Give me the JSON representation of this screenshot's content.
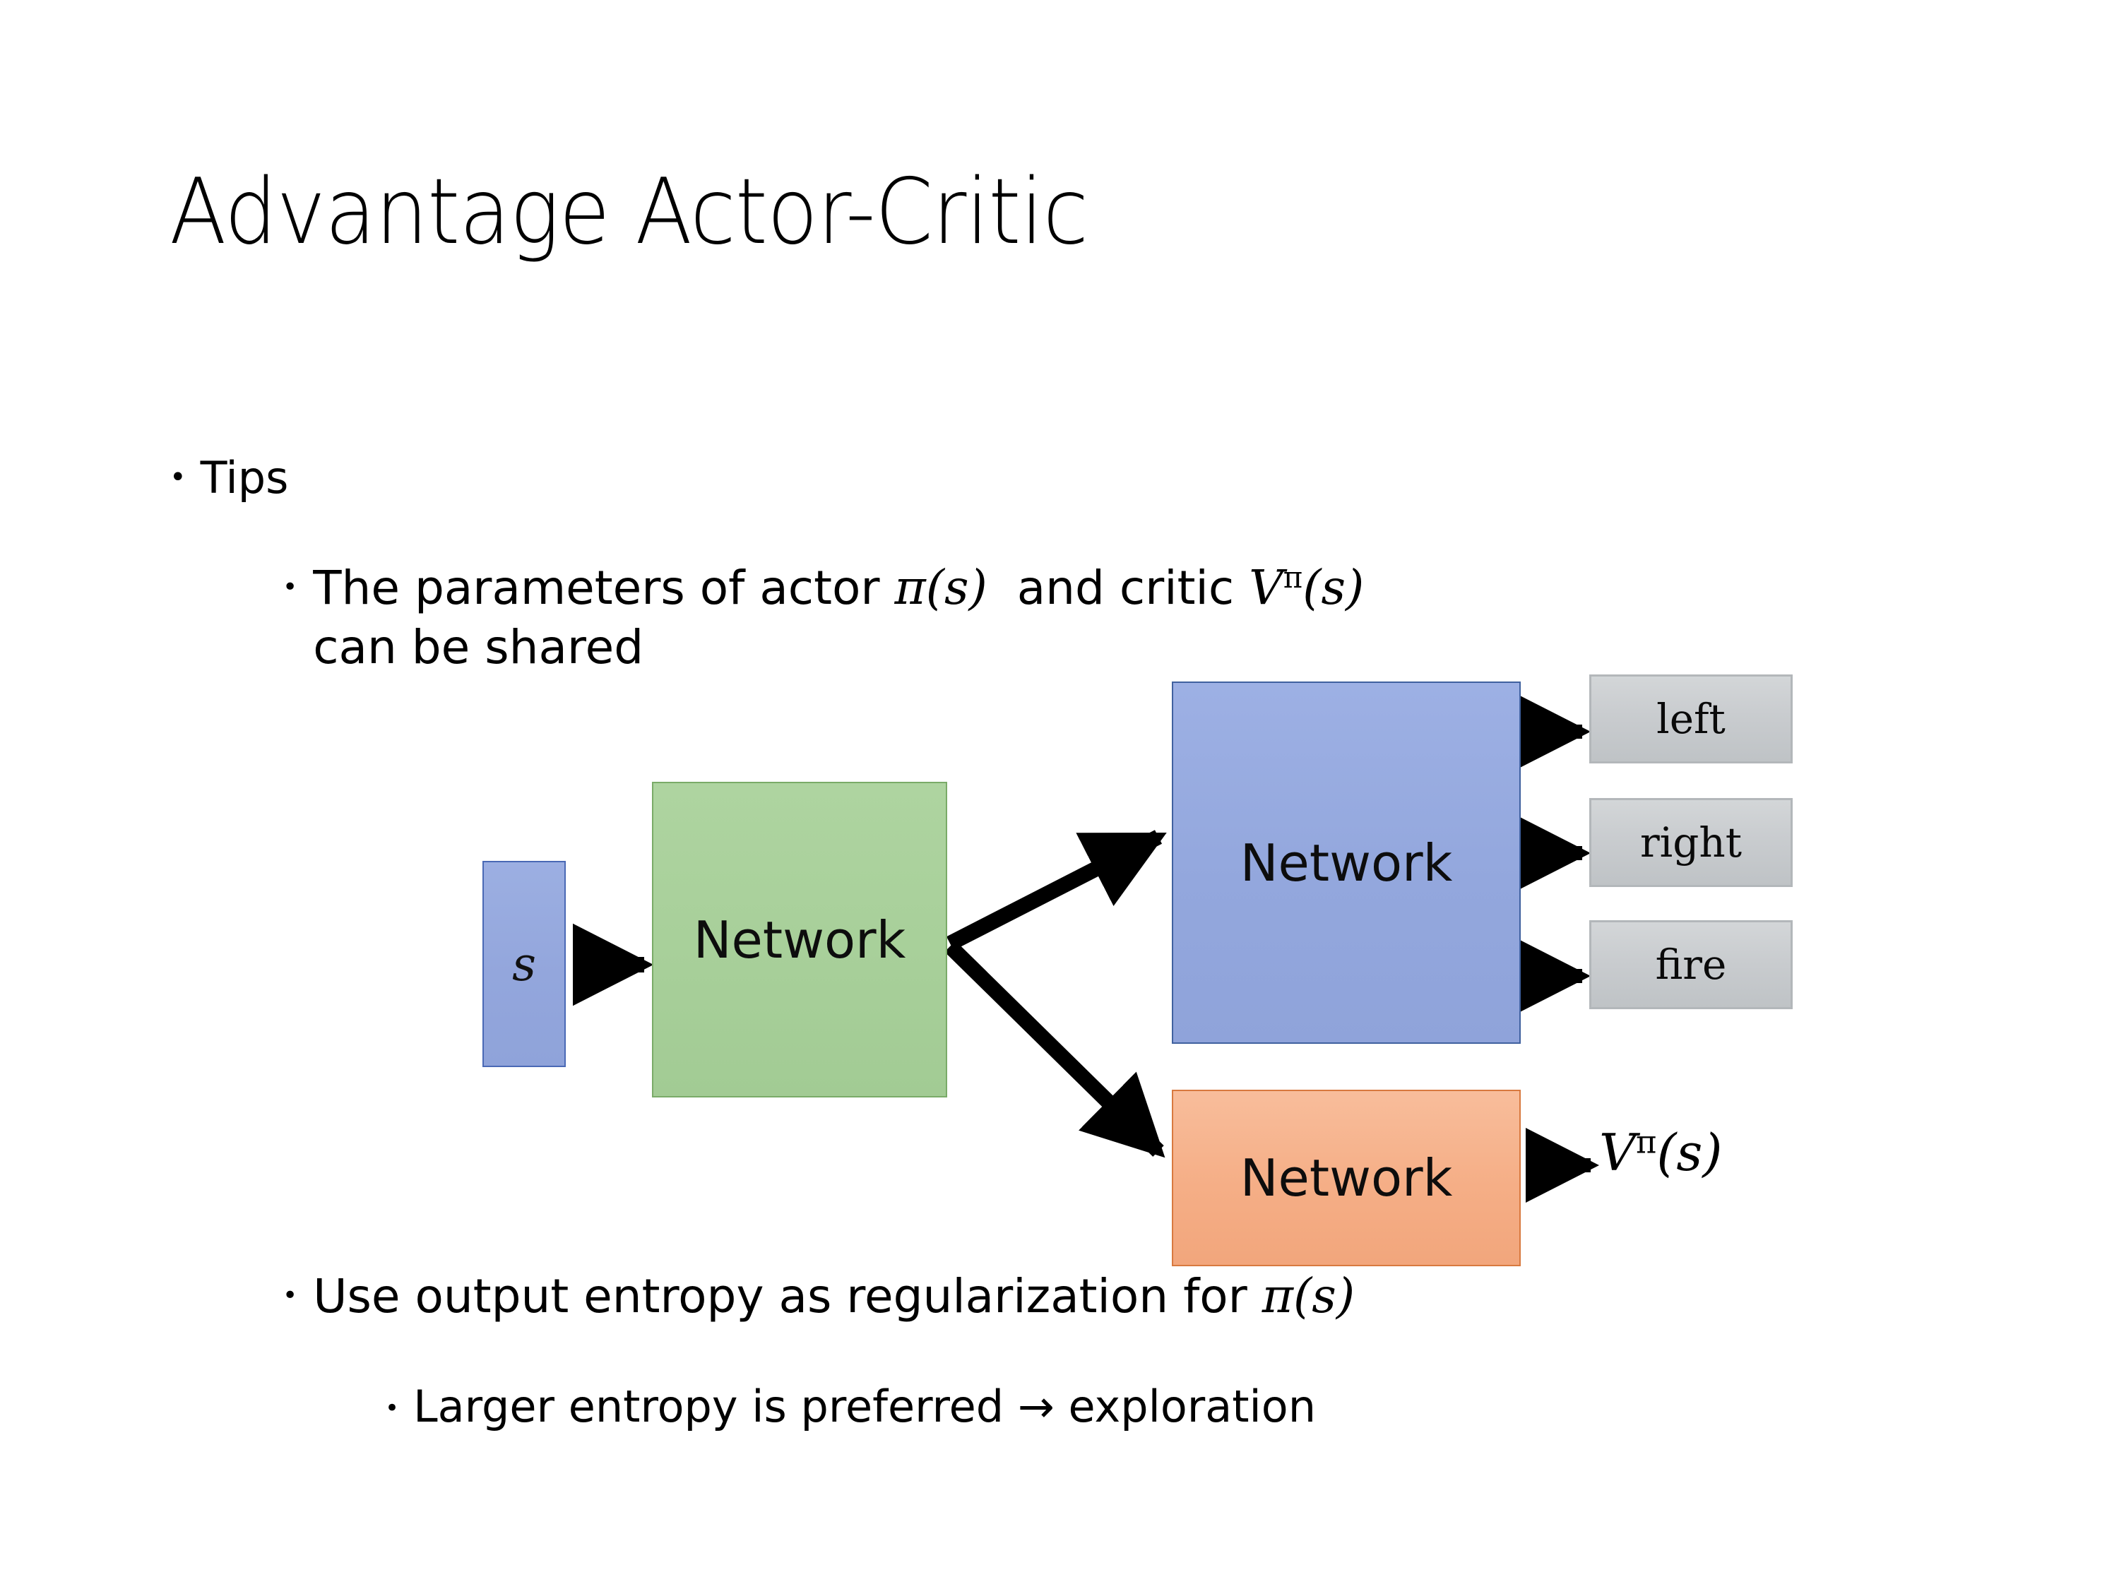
{
  "slide": {
    "title": "Advantage Actor-Critic",
    "background": "#ffffff"
  },
  "bullets": {
    "tips": {
      "marker": "•",
      "text": "Tips"
    },
    "parameters": {
      "marker": "•",
      "line1_prefix": "The parameters of actor ",
      "math_actor": "π(s)",
      "line1_mid": "  and critic ",
      "math_critic_base": "V",
      "math_critic_sup": "π",
      "math_critic_arg": "(s)",
      "line2": "can be shared",
      "full_text": "The parameters of actor π(s)  and critic Vπ(s) can be shared"
    },
    "entropy": {
      "marker": "•",
      "prefix": "Use output entropy as regularization for ",
      "math": "π(s)",
      "full_text": "Use output entropy as regularization for π(s)"
    },
    "larger": {
      "marker": "•",
      "text": "Larger entropy is preferred → exploration"
    }
  },
  "diagram": {
    "input_node": {
      "label": "s",
      "color": "#93a6dc",
      "border": "#4a69b5"
    },
    "shared_network": {
      "label": "Network",
      "color": "#a7cf99",
      "border": "#7aab68"
    },
    "actor_network": {
      "label": "Network",
      "color": "#93a7dd",
      "border": "#40619f"
    },
    "critic_network": {
      "label": "Network",
      "color": "#f5ae86",
      "border": "#d8793f"
    },
    "actions": [
      {
        "label": "left"
      },
      {
        "label": "right"
      },
      {
        "label": "fire"
      }
    ],
    "action_box_color": "#c9cccf",
    "action_box_border": "#b3b7ba",
    "critic_output": {
      "base": "V",
      "sup": "π",
      "arg": "(s)"
    },
    "arrow_color": "#000000"
  }
}
